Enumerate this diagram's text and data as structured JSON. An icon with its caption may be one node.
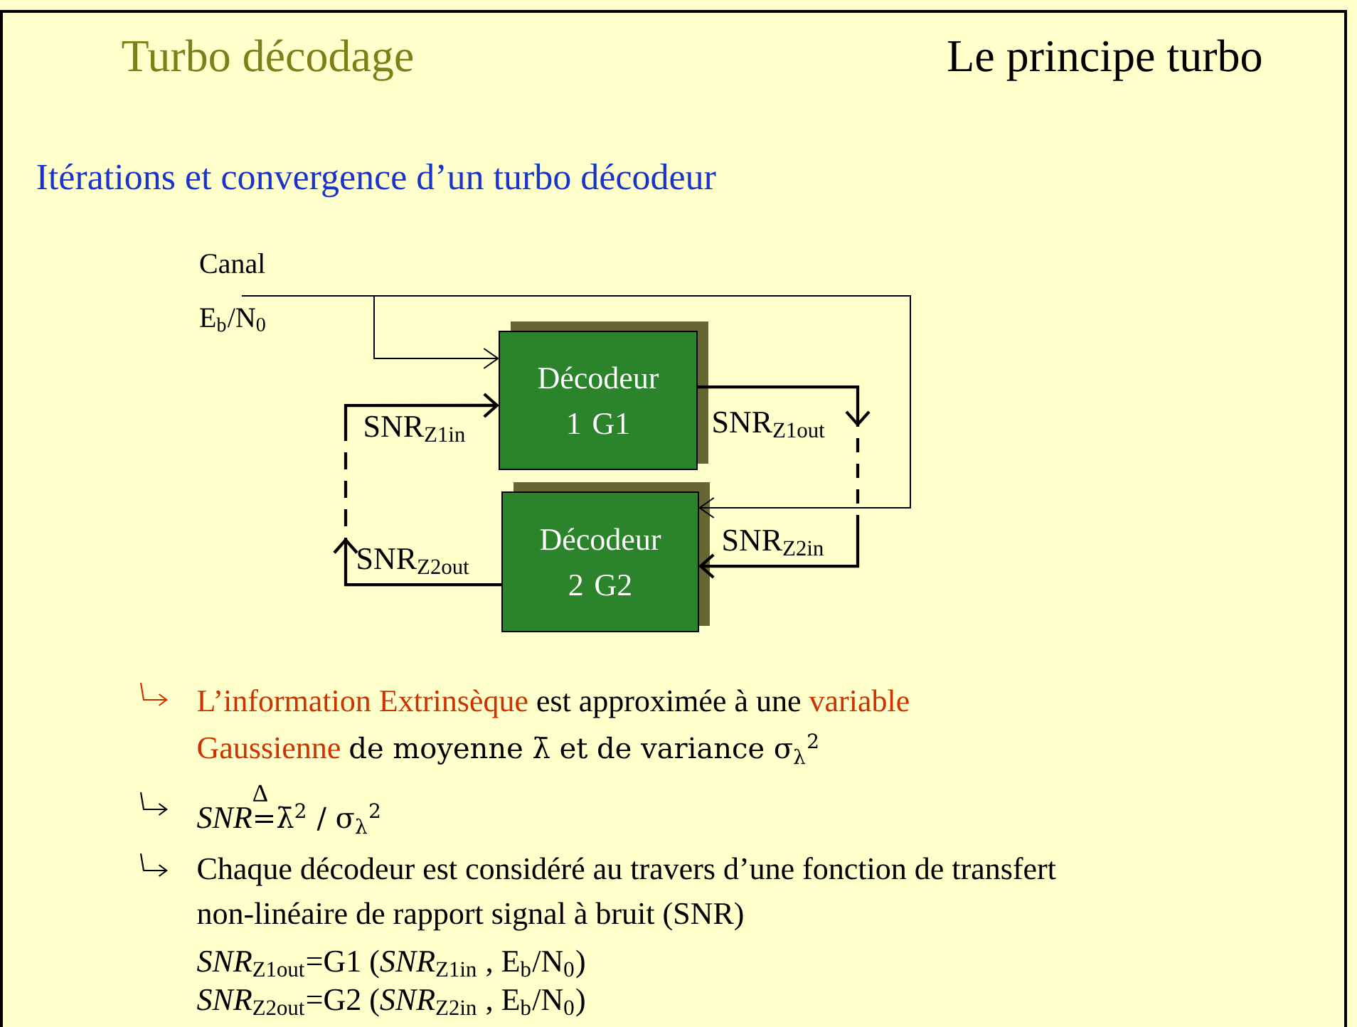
{
  "diagram": {
    "title": "Turbo décodage",
    "nodes": [
      {
        "text": [
          "Canal",
          "E$_{b}$/N$_{0}$"
        ]
      },
      {
        "text": [
          "Décodeur 1 G1"
        ]
      },
      {
        "text": [
          "Décodeur 2 G2"
        ]
      }
    ],
    "edges": [
      {
        "from": 0,
        "to": 1,
        "arrow": "to"
      },
      {
        "from": 0,
        "to": 2,
        "arrow": "to"
      },
      {
        "from": 1,
        "to": 2,
        "arrow": "to",
        "style": "dashed"
      },
      {
        "from": 2,
        "to": 1,
        "arrow": "to",
        "style": "dashed"
      }
    ],
    "labels": [
      "Le principe turbo",
      "Itérations et convergence d’un turbo décodeur",
      "SNR$_{Z1in}$",
      "SNR$_{Z1out}$",
      "SNR$_{Z2in}$",
      "SNR$_{Z2out}$",
      "L’information Extrinsèque",
      "est approximée à une",
      "variable",
      "Gaussienne",
      "de moyenne λ̄ et de variance σ$_{λ}$$^{2}$",
      "SNR",
      "Δ",
      "=λ̄$^{2}$ / σ$_{λ}$$^{2}$",
      "Chaque décodeur est considéré au travers d’une fonction de transfert non-linéaire de rapport signal à bruit (SNR)",
      "*SNR*$_{Z1out}$=G1 (*SNR*$_{Z1in}$ , E$_{b}$/N$_{0}$)",
      "*SNR*$_{Z2out}$=G2 (*SNR*$_{Z2in}$ , E$_{b}$/N$_{0}$)"
    ]
  }
}
